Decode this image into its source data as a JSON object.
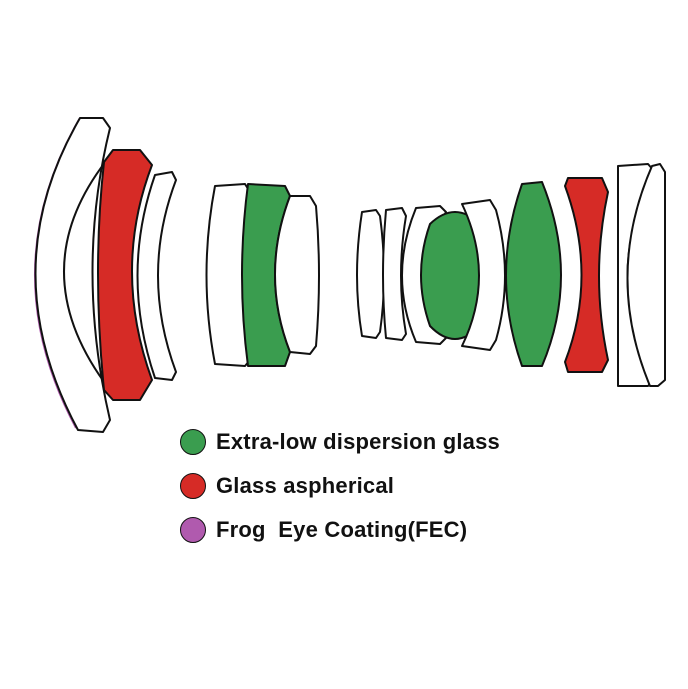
{
  "colors": {
    "ed_glass": "#3a9d4f",
    "aspherical": "#d62b26",
    "fec_coating": "#b05aae",
    "element_plain": "#ffffff",
    "outline": "#111111"
  },
  "legend": [
    {
      "label": "Extra-low dispersion glass",
      "color": "#3a9d4f"
    },
    {
      "label": "Glass aspherical",
      "color": "#d62b26"
    },
    {
      "label": "Frog  Eye Coating(FEC)",
      "color": "#b05aae"
    }
  ],
  "elements": [
    {
      "id": 1,
      "type": "plain",
      "coating": "FEC"
    },
    {
      "id": 2,
      "type": "aspherical"
    },
    {
      "id": 3,
      "type": "plain"
    },
    {
      "id": 4,
      "type": "plain"
    },
    {
      "id": 5,
      "type": "ed_glass"
    },
    {
      "id": 6,
      "type": "plain"
    },
    {
      "id": 7,
      "type": "plain"
    },
    {
      "id": 8,
      "type": "plain"
    },
    {
      "id": 9,
      "type": "plain"
    },
    {
      "id": 10,
      "type": "ed_glass"
    },
    {
      "id": 11,
      "type": "plain"
    },
    {
      "id": 12,
      "type": "ed_glass"
    },
    {
      "id": 13,
      "type": "aspherical"
    },
    {
      "id": 14,
      "type": "plain"
    },
    {
      "id": 15,
      "type": "plain"
    }
  ]
}
